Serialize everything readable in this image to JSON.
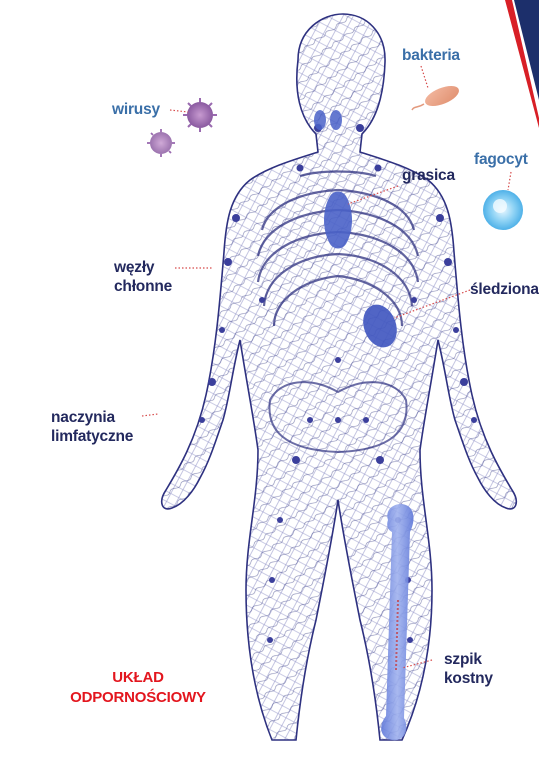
{
  "labels": {
    "wirusy": "wirusy",
    "bakteria": "bakteria",
    "fagocyt": "fagocyt",
    "grasica": "grasica",
    "wezly_line1": "węzły",
    "wezly_line2": "chłonne",
    "sledziona": "śledziona",
    "naczynia_line1": "naczynia",
    "naczynia_line2": "limfatyczne",
    "szpik_line1": "szpik",
    "szpik_line2": "kostny"
  },
  "title": {
    "line1": "UKŁAD",
    "line2": "ODPORNOŚCIOWY"
  },
  "colors": {
    "label_dark": "#23295e",
    "label_blue": "#3a6fa8",
    "title_red": "#e3161e",
    "network": "#3b3f9c",
    "organ": "#4a62c8",
    "leader_line": "#d64a4a"
  }
}
